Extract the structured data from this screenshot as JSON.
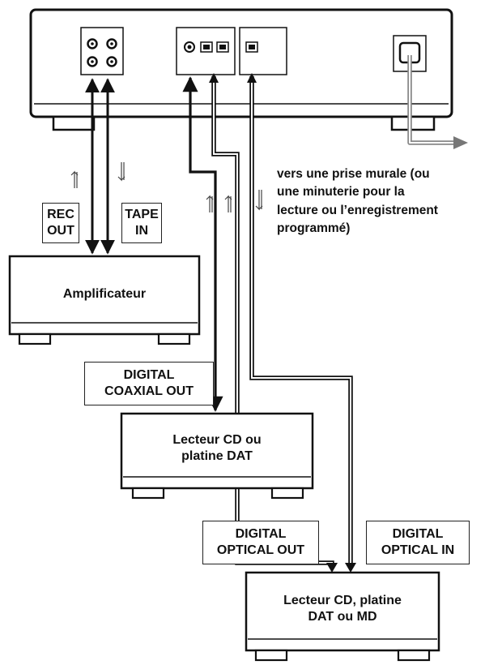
{
  "devices": {
    "amplifier": {
      "label": "Amplificateur"
    },
    "cd_dat": {
      "line1": "Lecteur CD ou",
      "line2": "platine DAT"
    },
    "cd_dat_md": {
      "line1": "Lecteur CD, platine",
      "line2": "DAT ou MD"
    }
  },
  "labels": {
    "rec_out": {
      "line1": "REC",
      "line2": "OUT"
    },
    "tape_in": {
      "line1": "TAPE",
      "line2": "IN"
    },
    "digital_coaxial_out": {
      "line1": "DIGITAL",
      "line2": "COAXIAL OUT"
    },
    "digital_optical_out": {
      "line1": "DIGITAL",
      "line2": "OPTICAL OUT"
    },
    "digital_optical_in": {
      "line1": "DIGITAL",
      "line2": "OPTICAL IN"
    }
  },
  "note": {
    "line1": "vers une prise murale (ou",
    "line2": "une minuterie pour la",
    "line3": "lecture ou  l’enregistrement",
    "line4": "programmé)"
  },
  "colors": {
    "line": "#111111",
    "gray": "#888888",
    "background": "#ffffff"
  }
}
